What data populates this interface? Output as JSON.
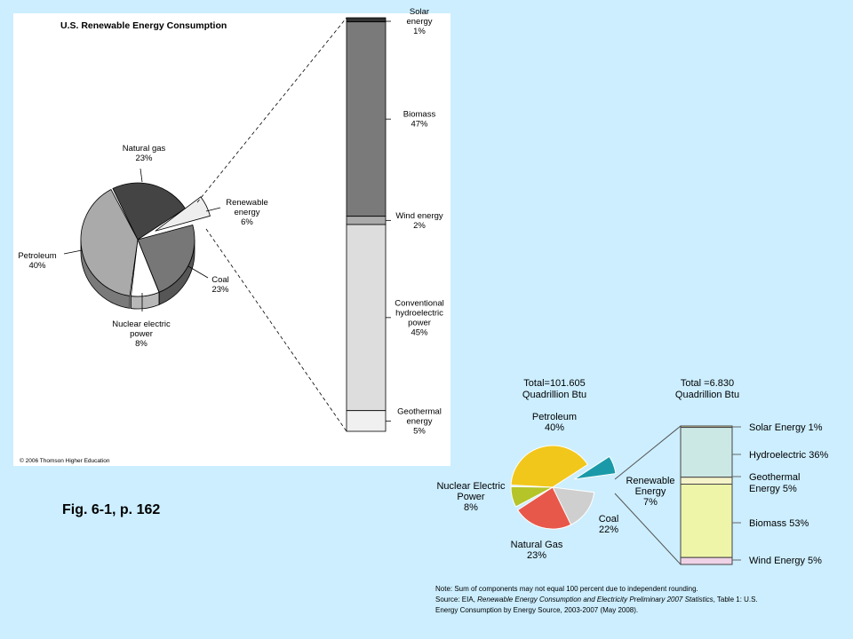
{
  "caption": "Fig. 6-1, p. 162",
  "panels": {
    "left": {
      "title": "U.S. Renewable Energy Consumption",
      "copyright": "© 2006 Thomson Higher Education",
      "background": "#ffffff"
    },
    "right": {
      "total_main_l1": "Total=101.605",
      "total_main_l2": "Quadrillion Btu",
      "total_renew_l1": "Total =6.830",
      "total_renew_l2": "Quadrillion Btu",
      "note_l1": "Note: Sum of components may not equal 100 percent due to independent rounding.",
      "note_l2_prefix": "Source: EIA, ",
      "note_l2_italic": "Renewable Energy Consumption and Electricity Preliminary 2007 Statistics",
      "note_l2_suffix": ", Table 1: U.S.",
      "note_l3": "Energy Consumption by Energy Source, 2003-2007 (May 2008)."
    }
  },
  "chart_data": [
    {
      "type": "pie",
      "title": "U.S. Renewable Energy Consumption",
      "slices": [
        {
          "key": "gas",
          "label_lines": [
            "Natural gas",
            "23%"
          ],
          "value": 23,
          "color": "#444444"
        },
        {
          "key": "renew",
          "label_lines": [
            "Renewable",
            "energy",
            "6%"
          ],
          "value": 6,
          "color": "#eeeeee"
        },
        {
          "key": "coal",
          "label_lines": [
            "Coal",
            "23%"
          ],
          "value": 23,
          "color": "#777777"
        },
        {
          "key": "nuclear",
          "label_lines": [
            "Nuclear electric",
            "power",
            "8%"
          ],
          "value": 8,
          "color": "#ffffff"
        },
        {
          "key": "petro",
          "label_lines": [
            "Petroleum",
            "40%"
          ],
          "value": 40,
          "color": "#aaaaaa"
        }
      ]
    },
    {
      "type": "bar",
      "stacked": true,
      "title": "",
      "segments": [
        {
          "key": "solar",
          "label_lines": [
            "Solar",
            "energy",
            "1%"
          ],
          "value": 1,
          "color": "#333333"
        },
        {
          "key": "biomass",
          "label_lines": [
            "Biomass",
            "47%"
          ],
          "value": 47,
          "color": "#7a7a7a"
        },
        {
          "key": "wind",
          "label_lines": [
            "Wind energy",
            "2%"
          ],
          "value": 2,
          "color": "#aaaaaa"
        },
        {
          "key": "hydro",
          "label_lines": [
            "Conventional",
            "hydroelectric",
            "power",
            "45%"
          ],
          "value": 45,
          "color": "#dddddd"
        },
        {
          "key": "geo",
          "label_lines": [
            "Geothermal",
            "energy",
            "5%"
          ],
          "value": 5,
          "color": "#f0f0f0"
        }
      ]
    },
    {
      "type": "pie",
      "title": "Total=101.605 Quadrillion Btu",
      "slices": [
        {
          "key": "petro",
          "label_lines": [
            "Petroleum",
            "40%"
          ],
          "value": 40,
          "color": "#f2c71c"
        },
        {
          "key": "renew",
          "label_lines": [
            "Renewable",
            "Energy",
            "7%"
          ],
          "value": 7,
          "color": "#1a9aa8"
        },
        {
          "key": "coal",
          "label_lines": [
            "Coal",
            "22%"
          ],
          "value": 22,
          "color": "#cfcfcf"
        },
        {
          "key": "gas",
          "label_lines": [
            "Natural Gas",
            "23%"
          ],
          "value": 23,
          "color": "#e8584a"
        },
        {
          "key": "nuclear",
          "label_lines": [
            "Nuclear Electric",
            "Power",
            "8%"
          ],
          "value": 8,
          "color": "#b5c428"
        }
      ]
    },
    {
      "type": "bar",
      "stacked": true,
      "title": "Total =6.830 Quadrillion Btu",
      "segments": [
        {
          "key": "solar",
          "label_lines": [
            "Solar Energy 1%"
          ],
          "value": 1,
          "color": "#e8e2a8"
        },
        {
          "key": "hydro",
          "label_lines": [
            "Hydroelectric 36%"
          ],
          "value": 36,
          "color": "#cce8e4"
        },
        {
          "key": "geo",
          "label_lines": [
            "Geothermal",
            "Energy 5%"
          ],
          "value": 5,
          "color": "#f5f3c9"
        },
        {
          "key": "biomass",
          "label_lines": [
            "Biomass 53%"
          ],
          "value": 53,
          "color": "#eef5a8"
        },
        {
          "key": "wind",
          "label_lines": [
            "Wind Energy 5%"
          ],
          "value": 5,
          "color": "#f0d2e6"
        }
      ]
    }
  ]
}
